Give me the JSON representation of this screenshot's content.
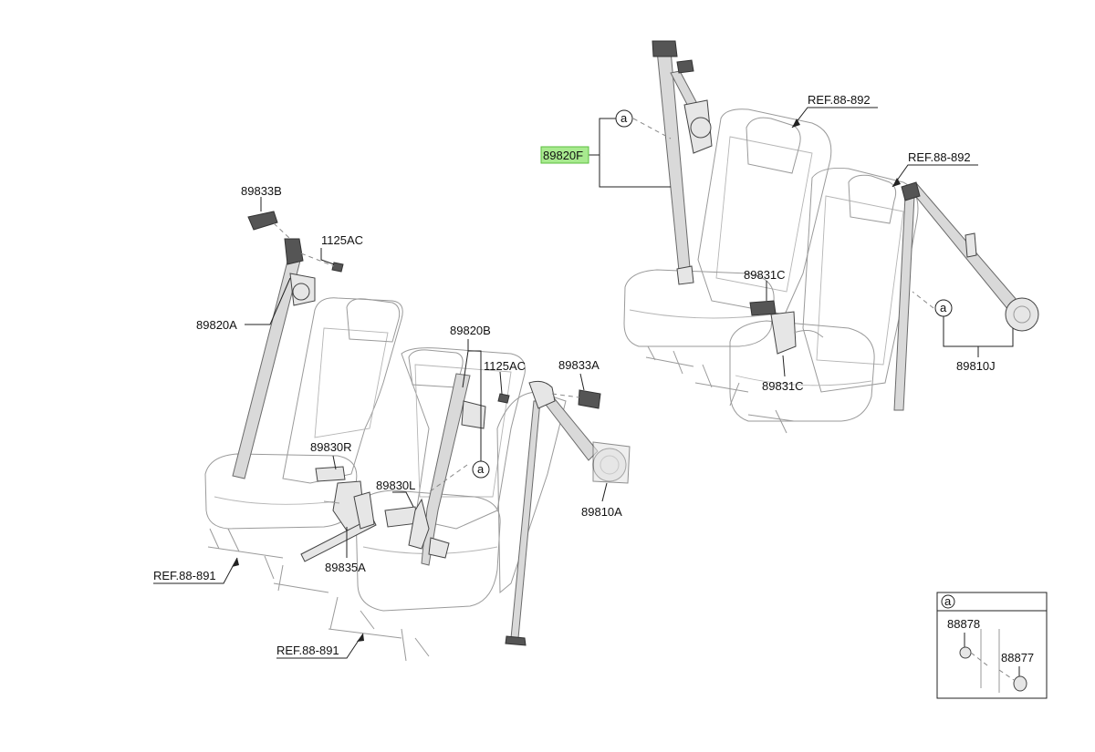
{
  "labels": {
    "l_89833B": "89833B",
    "l_1125AC_top": "1125AC",
    "l_89820A": "89820A",
    "l_89820B": "89820B",
    "l_1125AC_mid": "1125AC",
    "l_89833A": "89833A",
    "l_89830R": "89830R",
    "l_89830L": "89830L",
    "l_89835A": "89835A",
    "l_89810A": "89810A",
    "l_ref_891_a": "REF.88-891",
    "l_ref_891_b": "REF.88-891",
    "l_89820F": "89820F",
    "l_ref_892_a": "REF.88-892",
    "l_ref_892_b": "REF.88-892",
    "l_89831C_top": "89831C",
    "l_89831C_bottom": "89831C",
    "l_89810J": "89810J",
    "l_88878": "88878",
    "l_88877": "88877"
  },
  "callouts": {
    "a_top": "a",
    "a_mid": "a",
    "a_right": "a",
    "a_inset": "a"
  },
  "colors": {
    "highlight": "#a8ea8f"
  }
}
